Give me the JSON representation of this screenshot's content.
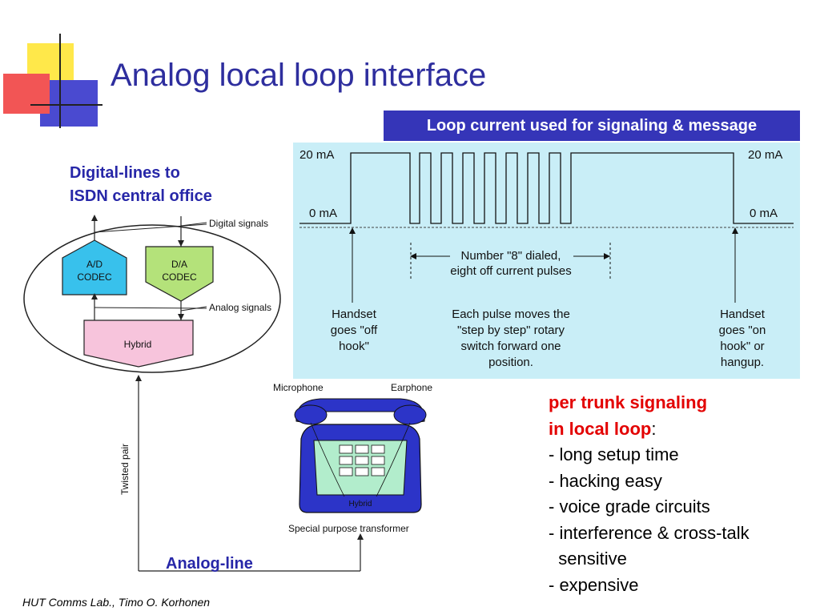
{
  "title": "Analog local loop interface",
  "banner": "Loop current used for signaling & message",
  "left_block": {
    "heading_line1": "Digital-lines to",
    "heading_line2": "ISDN central office",
    "digital_signals": "Digital signals",
    "analog_signals": "Analog signals",
    "ad_codec_line1": "A/D",
    "ad_codec_line2": "CODEC",
    "da_codec_line1": "D/A",
    "da_codec_line2": "CODEC",
    "hybrid": "Hybrid",
    "twisted_pair": "Twisted pair",
    "analog_line": "Analog-line"
  },
  "phone": {
    "microphone": "Microphone",
    "earphone": "Earphone",
    "hybrid": "Hybrid",
    "transformer": "Special purpose transformer"
  },
  "pulse_diagram": {
    "left_high": "20 mA",
    "left_low": "0 mA",
    "right_high": "20 mA",
    "right_low": "0 mA",
    "dialed_line1": "Number \"8\" dialed,",
    "dialed_line2": "eight off current pulses",
    "offhook": [
      "Handset",
      "goes \"off",
      "hook\""
    ],
    "pulse_desc": [
      "Each pulse moves the",
      "\"step by step\" rotary",
      "switch forward one",
      "position."
    ],
    "onhook": [
      "Handset",
      "goes \"on",
      "hook\" or",
      "hangup."
    ]
  },
  "signaling": {
    "heading_line1": "per trunk signaling",
    "heading_line2": "in local loop",
    "colon": ":",
    "items": [
      "- long setup time",
      "- hacking easy",
      "- voice grade circuits",
      "- interference & cross-talk",
      "  sensitive",
      "- expensive"
    ]
  },
  "footer": "HUT Comms Lab., Timo O. Korhonen",
  "colors": {
    "title": "#2e2e9e",
    "banner_bg": "#3535b8",
    "pulse_bg": "#c9eef7",
    "accent_red": "#e30000",
    "ad_codec": "#38c1ec",
    "da_codec": "#b4e27a",
    "hybrid": "#f7c4dc",
    "phone_blue": "#2c34c8",
    "phone_face": "#b2edcc"
  }
}
